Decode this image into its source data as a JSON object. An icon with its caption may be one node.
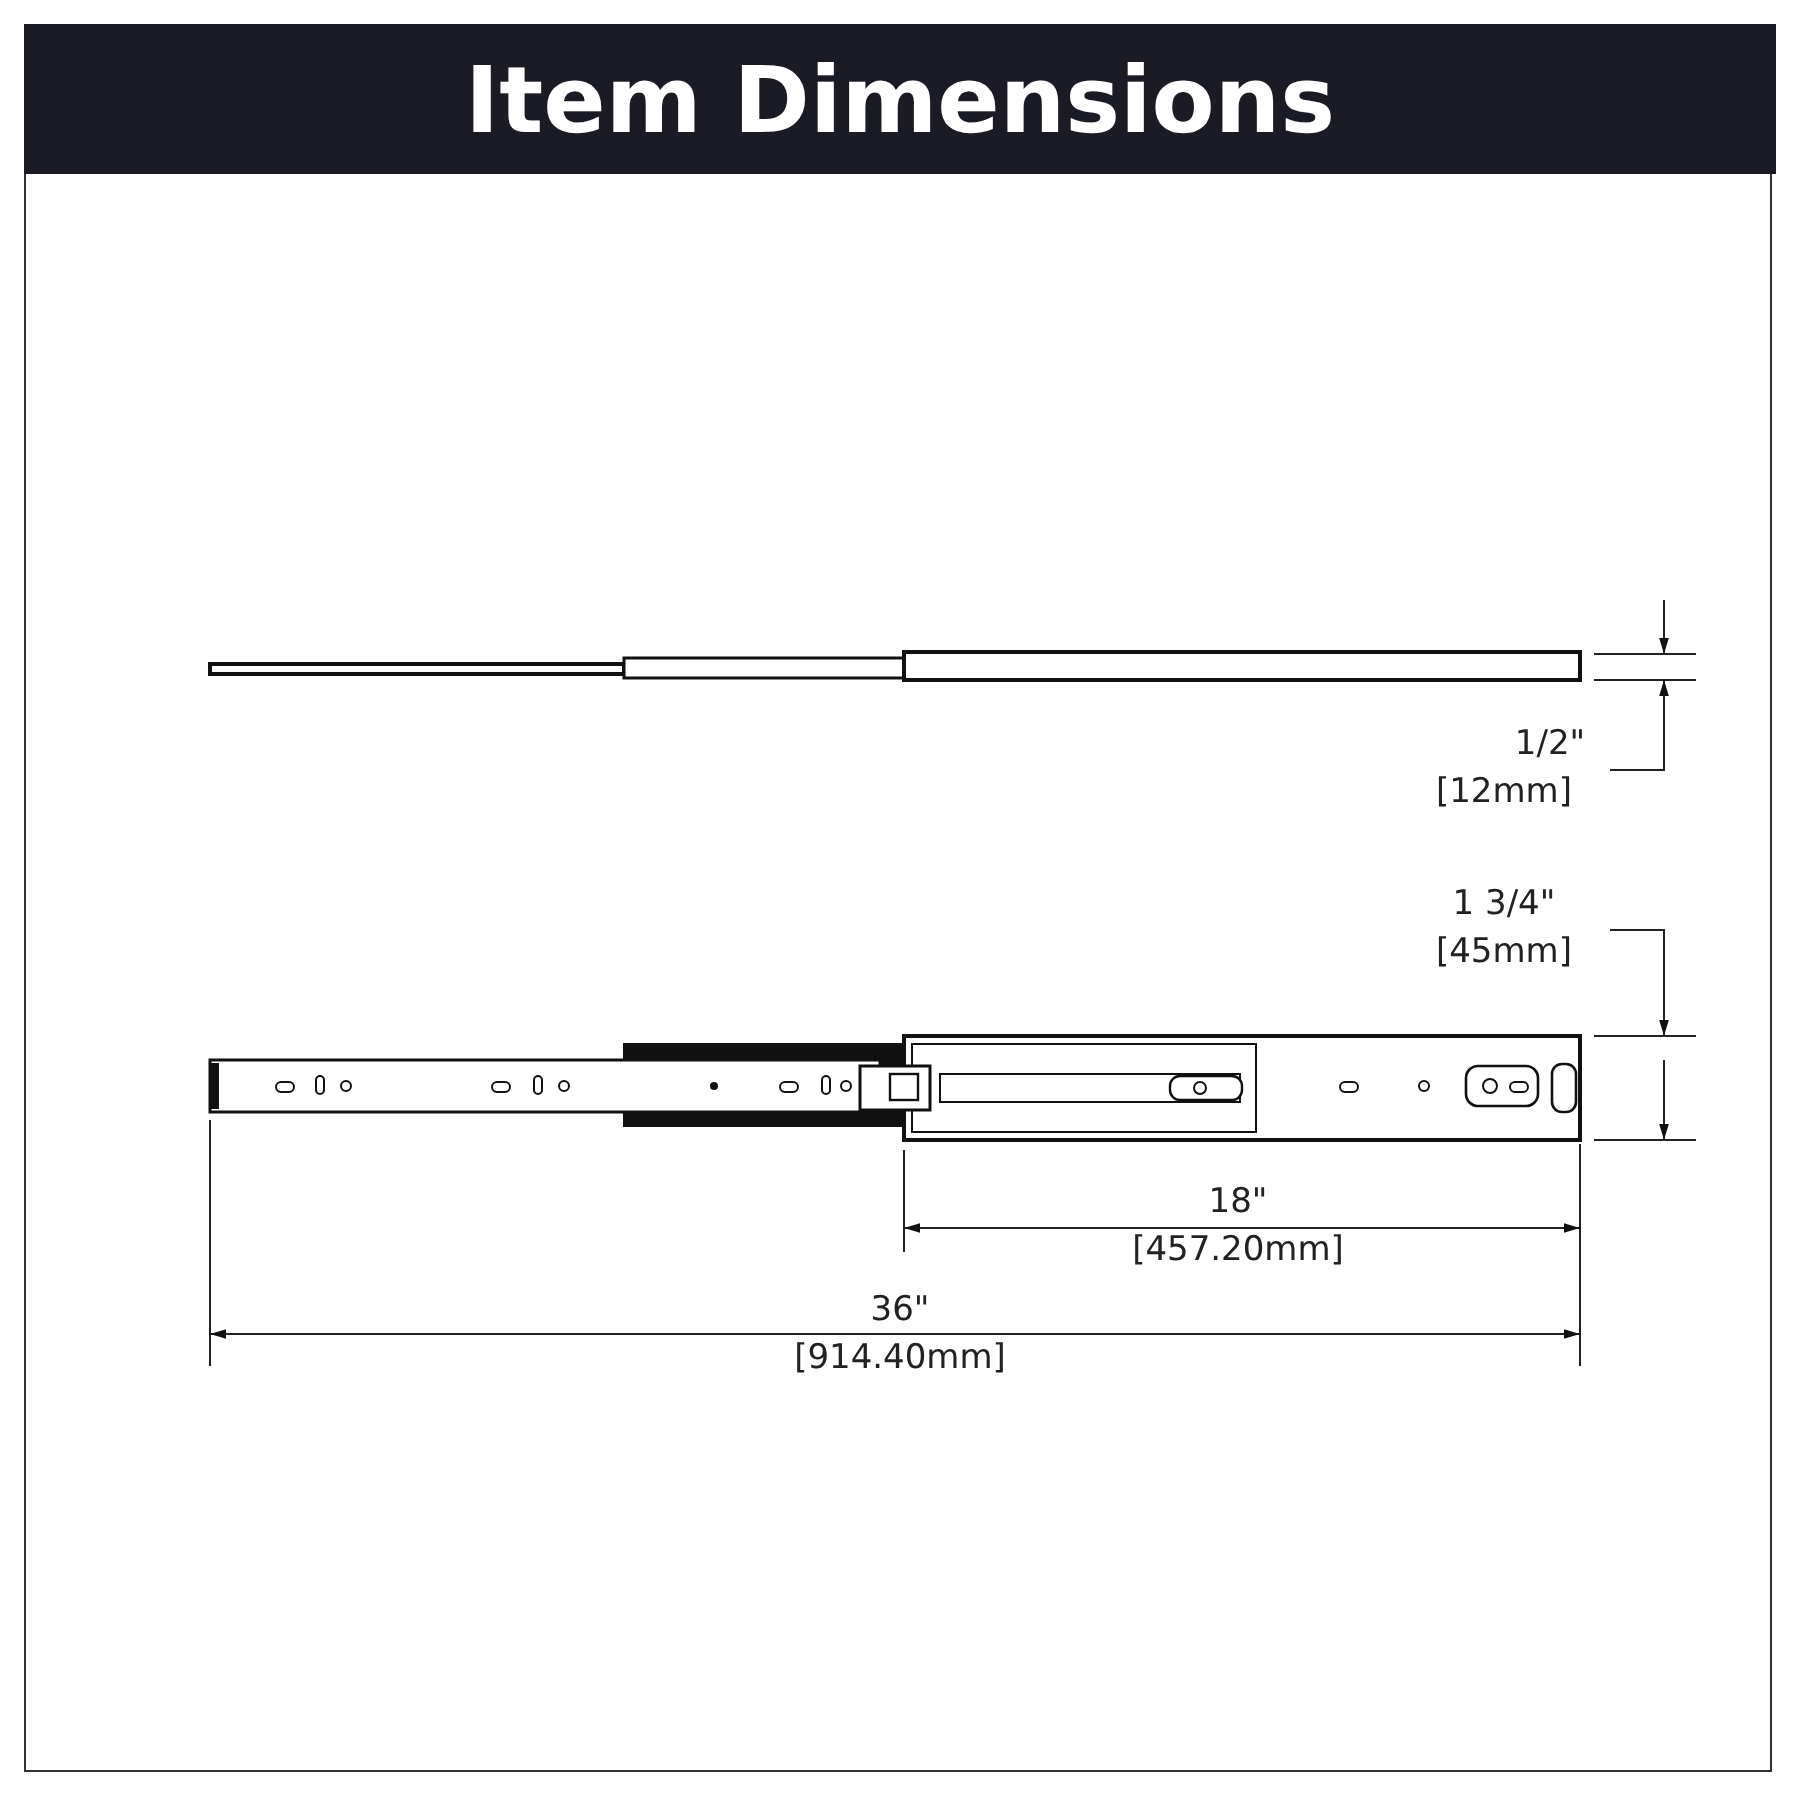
{
  "diagram": {
    "title": "Item Dimensions",
    "labels": [
      "1/2\"",
      "[12mm]",
      "1 3/4\"",
      "[45mm]",
      "18\"",
      "[457.20mm]",
      "36\"",
      "[914.40mm]"
    ]
  }
}
